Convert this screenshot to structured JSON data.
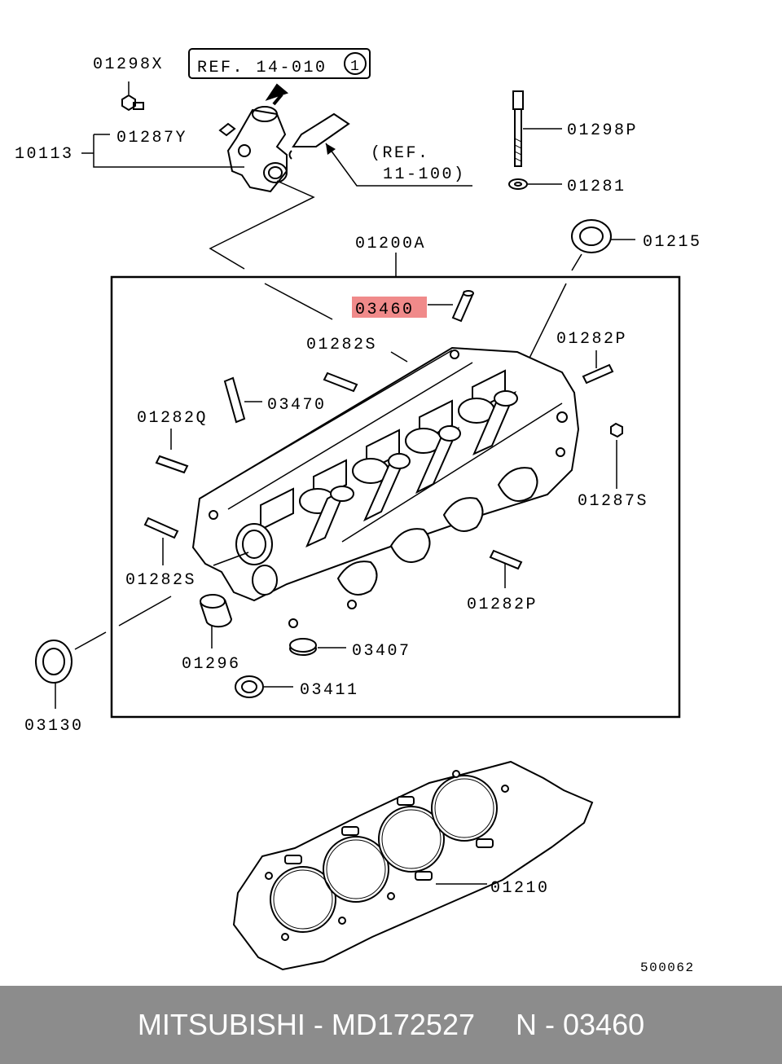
{
  "labels": {
    "p01298X": "01298X",
    "ref14": "REF. 14-010",
    "ref14_circle": "1",
    "p01287Y": "01287Y",
    "p10113": "10113",
    "ref11_line1": "(REF.",
    "ref11_line2": "11-100)",
    "p01298P": "01298P",
    "p01281": "01281",
    "p01215": "01215",
    "p01200A": "01200A",
    "p03460": "03460",
    "p01282S_top": "01282S",
    "p01282P_top": "01282P",
    "p03470": "03470",
    "p01282Q": "01282Q",
    "p01287S": "01287S",
    "p01282S_left": "01282S",
    "p01282P_bottom": "01282P",
    "p01296": "01296",
    "p03407": "03407",
    "p03411": "03411",
    "p03130": "03130",
    "p01210": "01210",
    "code": "500062"
  },
  "highlight": {
    "part": "03460",
    "color": "#f08a8a"
  },
  "footer": {
    "text": "MITSUBISHI - MD172527     N - 03460",
    "background": "#8c8c8c"
  }
}
